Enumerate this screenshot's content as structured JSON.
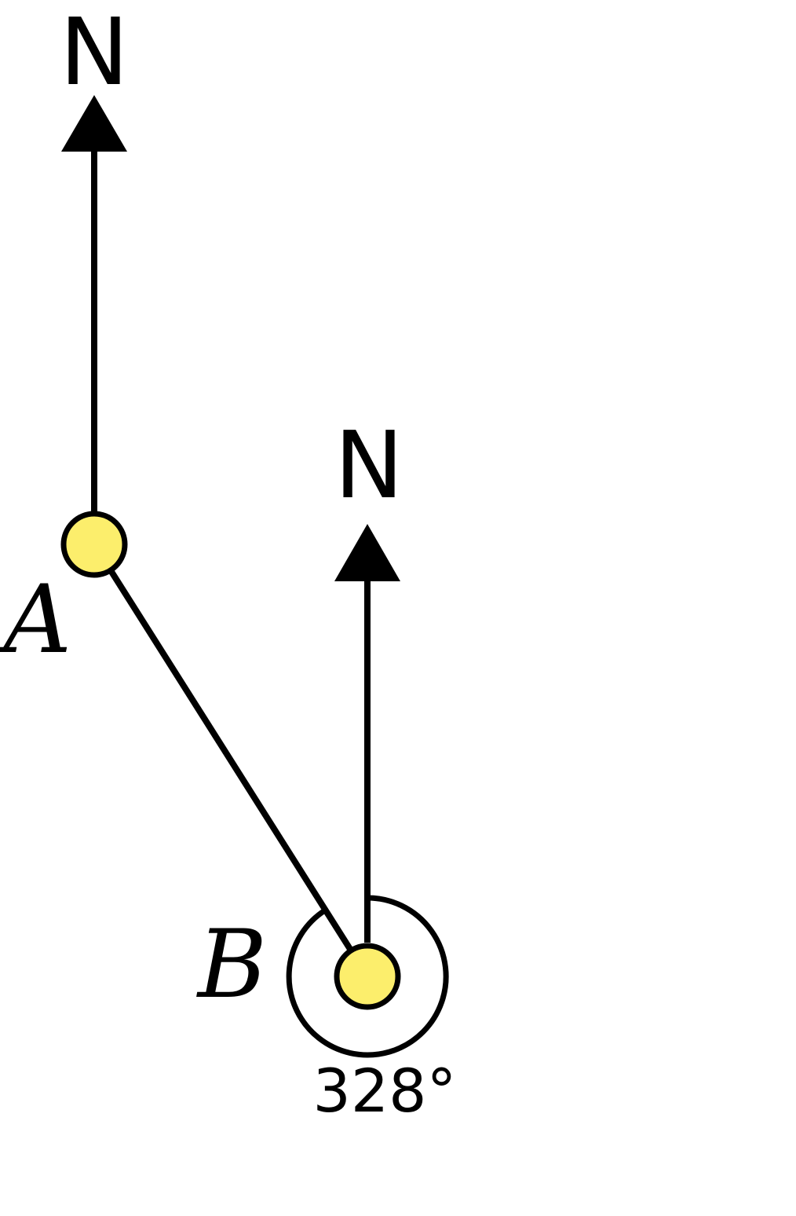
{
  "north_label_a": "N",
  "north_label_b": "N",
  "point_a": {
    "label": "A"
  },
  "point_b": {
    "label": "B"
  },
  "bearing": {
    "label": "328°"
  },
  "colors": {
    "point_fill": "#FCEE6C",
    "stroke": "#000000",
    "background": "#FFFFFF"
  }
}
